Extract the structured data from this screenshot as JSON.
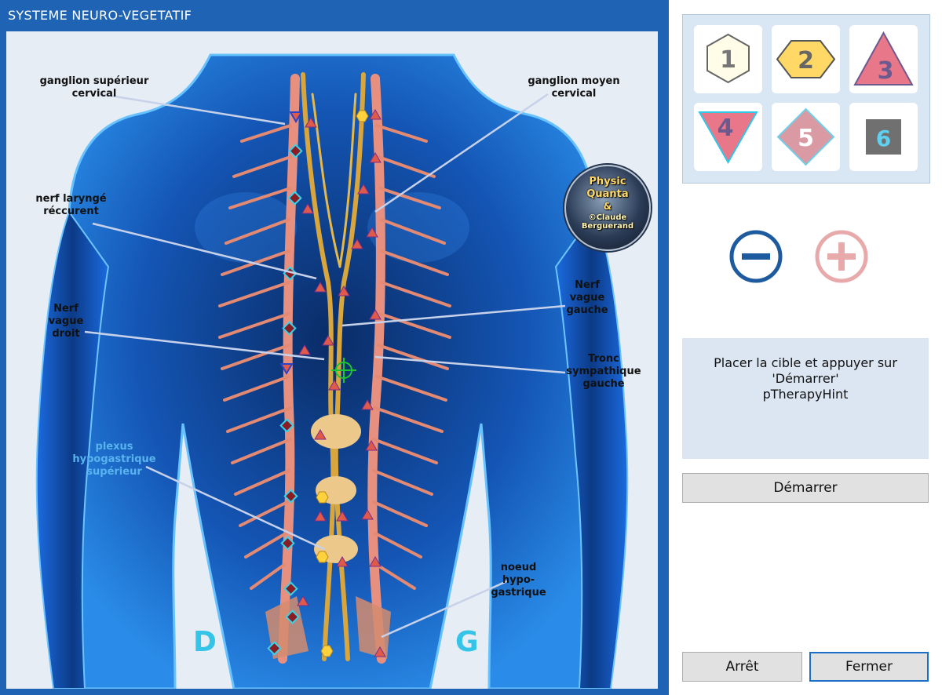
{
  "window": {
    "title": "SYSTEME NEURO-VEGETATIF"
  },
  "anatomy": {
    "labels": {
      "ganglion_superieur": "ganglion supérieur\ncervical",
      "ganglion_moyen": "ganglion moyen\ncervical",
      "nerf_larynge": "nerf laryngé\nréccurent",
      "nerf_vague_gauche": "Nerf\nvague\ngauche",
      "nerf_vague_droit": "Nerf\nvague\ndroit",
      "tronc_sympathique": "Tronc\nsympathique\ngauche",
      "plexus": "plexus\nhypogastrique\nsupérieur",
      "noeud": "noeud\nhypo-\ngastrique"
    },
    "side_right": "D",
    "side_left": "G"
  },
  "logo": {
    "line1": "Physic",
    "line2": "Quanta",
    "line3": "&",
    "line4": "©Claude\nBerguerand"
  },
  "shape_buttons": [
    {
      "label": "1",
      "shape": "hexagon",
      "fill": "#fffde8",
      "stroke": "#666666",
      "text_color": "#777777"
    },
    {
      "label": "2",
      "shape": "hexagon",
      "fill": "#ffd866",
      "stroke": "#555555",
      "text_color": "#666666"
    },
    {
      "label": "3",
      "shape": "triangle-up",
      "fill": "#e8778a",
      "stroke": "#6c5a8f",
      "text_color": "#6c5a8f"
    },
    {
      "label": "4",
      "shape": "triangle-down",
      "fill": "#e8778a",
      "stroke": "#2ec8e8",
      "text_color": "#6c5a8f"
    },
    {
      "label": "5",
      "shape": "diamond",
      "fill": "#d99aa4",
      "stroke": "#6ed0e8",
      "text_color": "#ffffff"
    },
    {
      "label": "6",
      "shape": "square",
      "fill": "#707070",
      "stroke": "#707070",
      "text_color": "#5fd0f0"
    }
  ],
  "controls": {
    "minus_icon": "minus-circle-icon",
    "plus_icon": "plus-circle-icon",
    "minus_color": "#1d5a9e",
    "plus_color": "#e7a9a9"
  },
  "hint": {
    "text": "Placer la cible et appuyer sur\n'Démarrer'\npTherapyHint"
  },
  "buttons": {
    "start": "Démarrer",
    "stop": "Arrêt",
    "close": "Fermer"
  }
}
